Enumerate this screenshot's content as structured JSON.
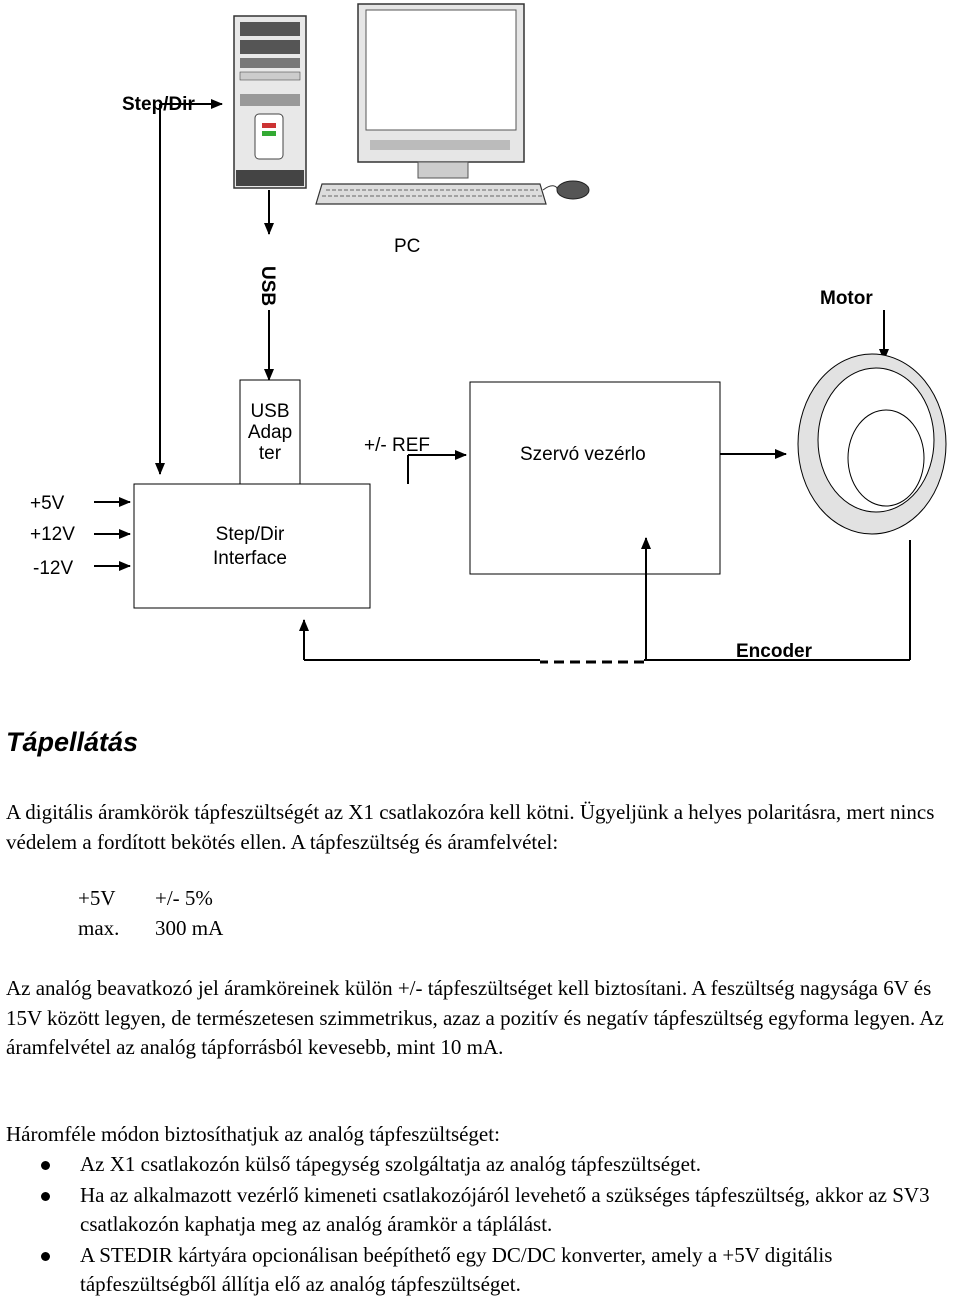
{
  "diagram": {
    "pc_label": "PC",
    "step_dir_label": "Step/Dir",
    "usb_label": "USB",
    "usb_adapter": [
      "USB",
      "Adap",
      "ter"
    ],
    "ref_label": "+/- REF",
    "servo_label": "Szervó vezérlo",
    "motor_label": "Motor",
    "encoder_label": "Encoder",
    "interface_label": [
      "Step/Dir",
      "Interface"
    ],
    "supply_inputs": [
      "+5V",
      "+12V",
      "-12V"
    ]
  },
  "section": {
    "title": "Tápellátás",
    "intro": "A digitális áramkörök tápfeszültségét az X1 csatlakozóra kell kötni. Ügyeljünk a helyes polaritásra, mert nincs védelem a fordított bekötés ellen. A tápfeszültség és áramfelvétel:",
    "specs": [
      {
        "label": "+5V",
        "value": "+/- 5%"
      },
      {
        "label": "max.",
        "value": "300 mA"
      }
    ],
    "analog": "Az analóg beavatkozó jel áramköreinek külön +/- tápfeszültséget kell biztosítani. A feszültség nagysága 6V és 15V között legyen, de természetesen szimmetrikus, azaz a pozitív és negatív tápfeszültség egyforma legyen. Az áramfelvétel az analóg tápforrásból kevesebb, mint 10 mA.",
    "methods_intro": "Háromféle módon biztosíthatjuk az analóg tápfeszültséget:",
    "methods": [
      "Az X1 csatlakozón külső tápegység szolgáltatja az analóg tápfeszültséget.",
      "Ha az alkalmazott vezérlő kimeneti csatlakozójáról levehető a szükséges tápfeszültség, akkor az SV3 csatlakozón kaphatja meg az analóg áramkör a táplálást.",
      "A STEDIR kártyára opcionálisan beépíthető egy DC/DC konverter, amely a +5V digitális tápfeszültségből állítja elő az analóg tápfeszültséget."
    ]
  }
}
